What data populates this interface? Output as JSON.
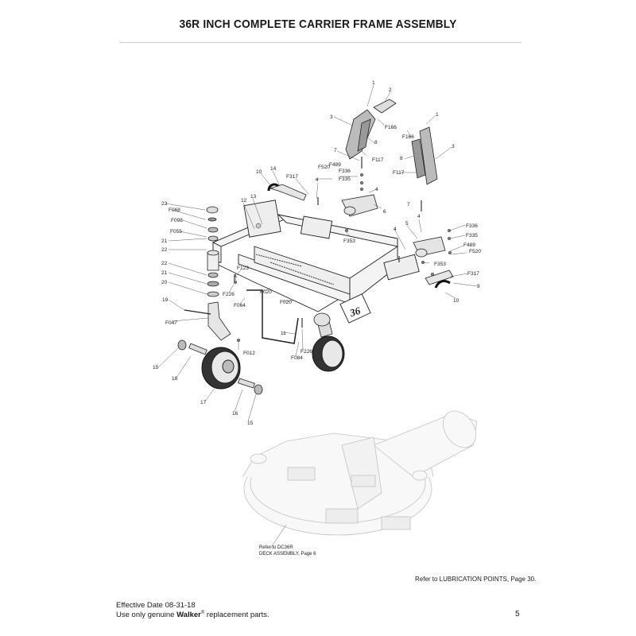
{
  "page": {
    "title": "36R INCH COMPLETE CARRIER FRAME ASSEMBLY",
    "lubrication_ref": "Refer to LUBRICATION POINTS, Page 30.",
    "deck_ref_line1": "Refer to DC36R",
    "deck_ref_line2": "DECK ASSEMBLY, Page 6",
    "effective_date": "Effective Date 08-31-18",
    "footer_prefix": "Use only genuine ",
    "footer_brand": "Walker",
    "footer_reg": "®",
    "footer_suffix": " replacement parts.",
    "page_number": "5",
    "frame_badge": "36"
  },
  "callouts": [
    {
      "id": "c1",
      "text": "1"
    },
    {
      "id": "c2",
      "text": "2"
    },
    {
      "id": "c3",
      "text": "3"
    },
    {
      "id": "c4",
      "text": "F166"
    },
    {
      "id": "c5",
      "text": "8"
    },
    {
      "id": "c6",
      "text": "1"
    },
    {
      "id": "c7",
      "text": "F166"
    },
    {
      "id": "c8",
      "text": "3"
    },
    {
      "id": "c9",
      "text": "8"
    },
    {
      "id": "c10",
      "text": "7"
    },
    {
      "id": "c11",
      "text": "F117"
    },
    {
      "id": "c12",
      "text": "F117"
    },
    {
      "id": "c13",
      "text": "F520"
    },
    {
      "id": "c14",
      "text": "F489"
    },
    {
      "id": "c15",
      "text": "F336"
    },
    {
      "id": "c16",
      "text": "F335"
    },
    {
      "id": "c17",
      "text": "10"
    },
    {
      "id": "c18",
      "text": "14"
    },
    {
      "id": "c19",
      "text": "F317"
    },
    {
      "id": "c20",
      "text": "4"
    },
    {
      "id": "c21",
      "text": "4"
    },
    {
      "id": "c22",
      "text": "7"
    },
    {
      "id": "c23",
      "text": "6"
    },
    {
      "id": "c24",
      "text": "12"
    },
    {
      "id": "c25",
      "text": "13"
    },
    {
      "id": "c26",
      "text": "23"
    },
    {
      "id": "c27",
      "text": "F068"
    },
    {
      "id": "c28",
      "text": "F098"
    },
    {
      "id": "c29",
      "text": "F055"
    },
    {
      "id": "c30",
      "text": "21"
    },
    {
      "id": "c31",
      "text": "22"
    },
    {
      "id": "c32",
      "text": "F353"
    },
    {
      "id": "c33",
      "text": "4"
    },
    {
      "id": "c34",
      "text": "F336"
    },
    {
      "id": "c35",
      "text": "5"
    },
    {
      "id": "c36",
      "text": "F335"
    },
    {
      "id": "c37",
      "text": "4"
    },
    {
      "id": "c38",
      "text": "F489"
    },
    {
      "id": "c39",
      "text": "F520"
    },
    {
      "id": "c40",
      "text": "F353"
    },
    {
      "id": "c41",
      "text": "F317"
    },
    {
      "id": "c42",
      "text": "9"
    },
    {
      "id": "c43",
      "text": "10"
    },
    {
      "id": "c44",
      "text": "22"
    },
    {
      "id": "c45",
      "text": "21"
    },
    {
      "id": "c46",
      "text": "20"
    },
    {
      "id": "c47",
      "text": "F123"
    },
    {
      "id": "c48",
      "text": "4"
    },
    {
      "id": "c49",
      "text": "F226"
    },
    {
      "id": "c50",
      "text": "F020"
    },
    {
      "id": "c51",
      "text": "F064"
    },
    {
      "id": "c52",
      "text": "F020"
    },
    {
      "id": "c53",
      "text": "19"
    },
    {
      "id": "c54",
      "text": "F047"
    },
    {
      "id": "c55",
      "text": "11"
    },
    {
      "id": "c56",
      "text": "F012"
    },
    {
      "id": "c57",
      "text": "F226"
    },
    {
      "id": "c58",
      "text": "F084"
    },
    {
      "id": "c59",
      "text": "15"
    },
    {
      "id": "c60",
      "text": "18"
    },
    {
      "id": "c61",
      "text": "17"
    },
    {
      "id": "c62",
      "text": "16"
    },
    {
      "id": "c63",
      "text": "15"
    }
  ]
}
